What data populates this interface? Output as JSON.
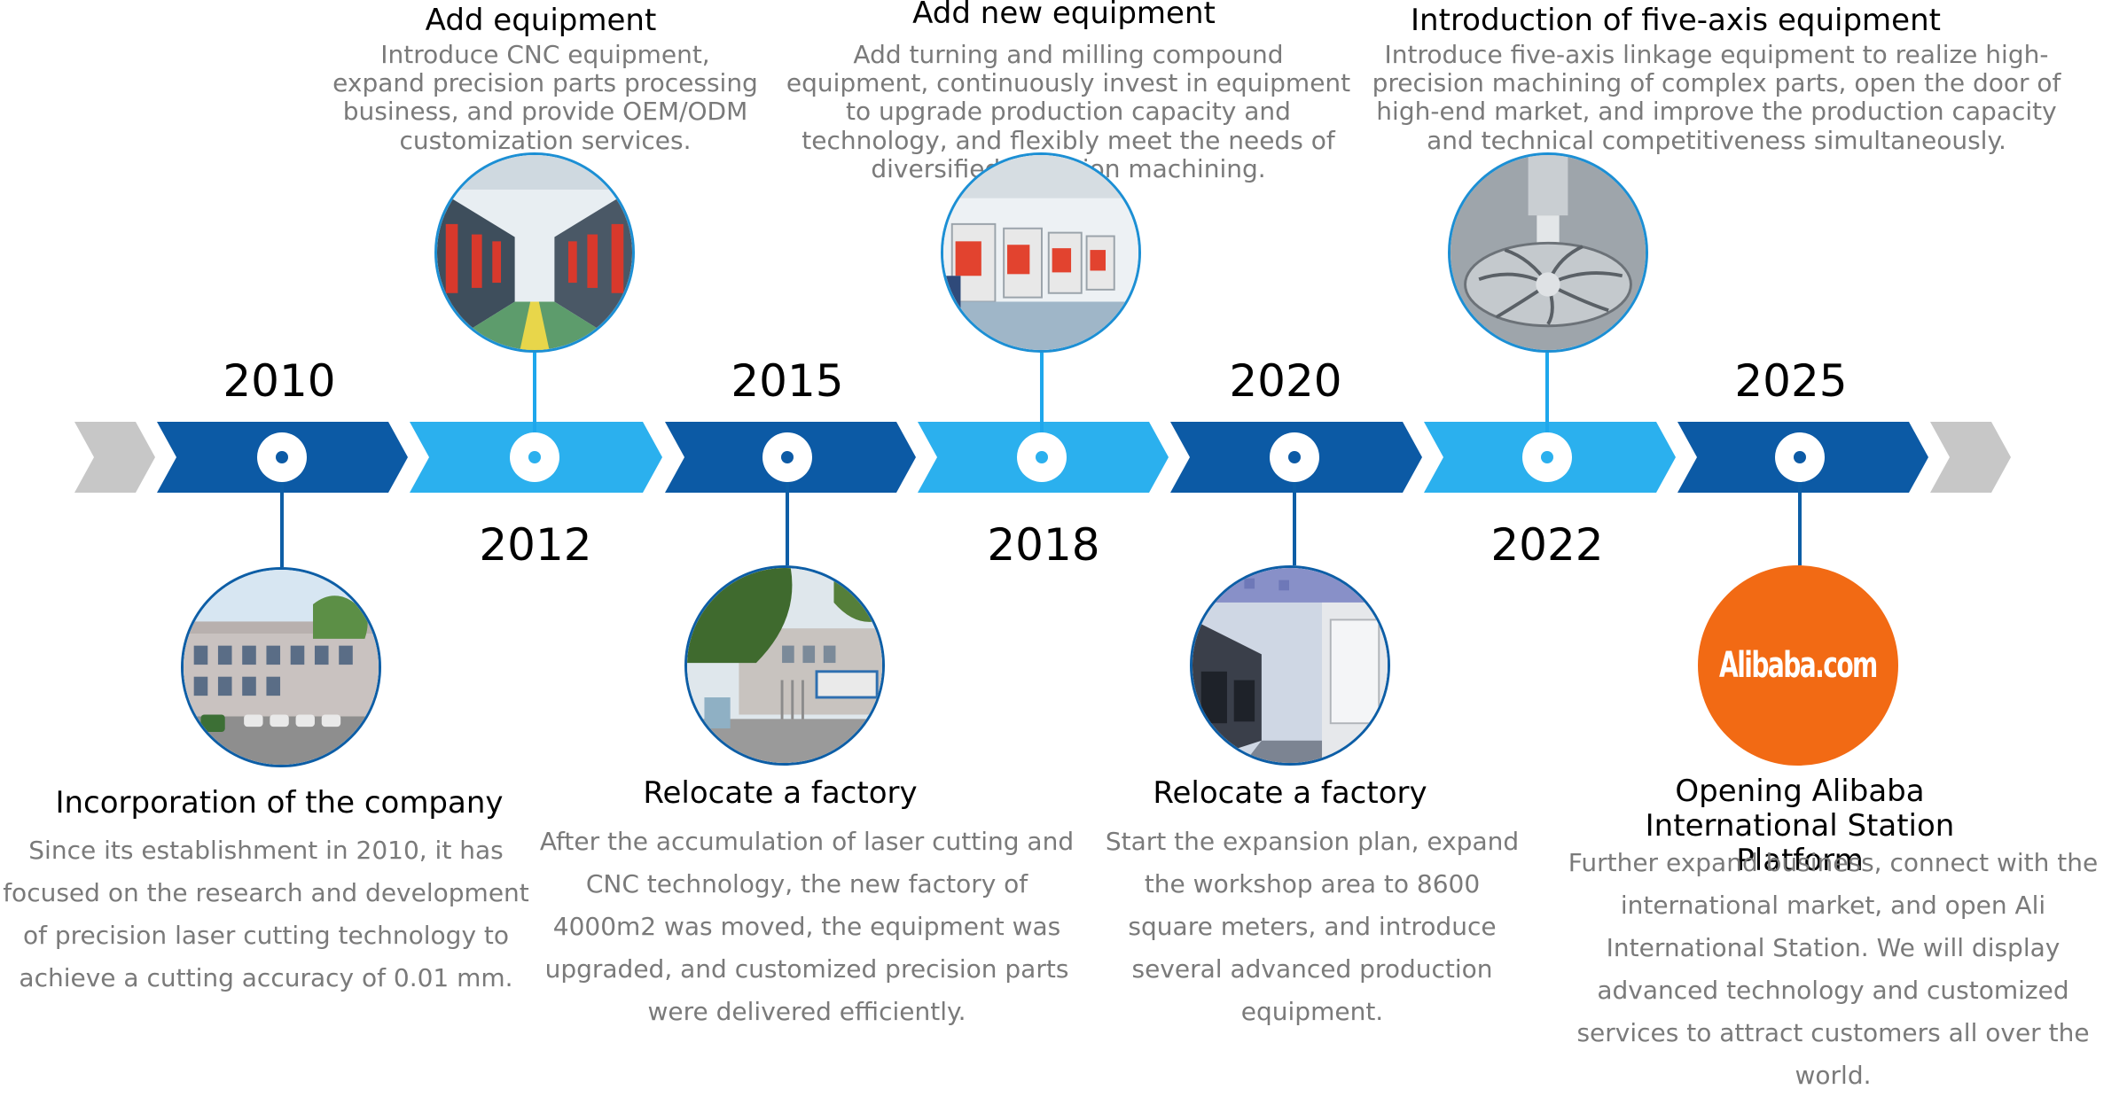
{
  "colors": {
    "dark_blue": "#0c5aa5",
    "light_blue": "#2bb0ee",
    "gray_arrow": "#c7c7c7",
    "line_dark": "#0d5ea6",
    "line_light": "#1ea7ec",
    "desc_text": "#7a7a7a",
    "alibaba_orange": "#f26a14"
  },
  "milestones": [
    {
      "year": "2010",
      "title": "Incorporation of the company",
      "description": "Since its establishment in 2010, it has focused on the research and development of precision laser cutting technology to achieve a cutting accuracy of 0.01 mm.",
      "image": "factory-building-photo"
    },
    {
      "year": "2012",
      "title": "Add equipment",
      "description": "Introduce CNC equipment, expand precision parts processing business, and provide OEM/ODM customization services.",
      "image": "cnc-workshop-photo"
    },
    {
      "year": "2015",
      "title": "Relocate a factory",
      "description": "After the accumulation of laser cutting and CNC technology, the new factory of 4000m2 was moved, the equipment was upgraded, and customized precision parts were delivered efficiently.",
      "image": "factory-gate-photo"
    },
    {
      "year": "2018",
      "title": "Add new equipment",
      "description": "Add turning and milling compound equipment, continuously invest in equipment to upgrade production capacity and technology, and flexibly meet the needs of diversified precision machining.",
      "image": "turning-milling-machines-photo"
    },
    {
      "year": "2020",
      "title": "Relocate a factory",
      "description": "Start the expansion plan, expand the workshop area to 8600 square meters, and introduce several advanced production equipment.",
      "image": "production-floor-photo"
    },
    {
      "year": "2022",
      "title": "Introduction of five-axis equipment",
      "description": "Introduce five-axis linkage equipment to realize high-precision machining of complex parts, open the door of high-end market, and improve the production capacity and technical competitiveness simultaneously.",
      "image": "five-axis-impeller-photo"
    },
    {
      "year": "2025",
      "title": "Opening Alibaba International Station Platform",
      "description": "Further expand business, connect with the international market, and open Ali International Station. We will display advanced technology and customized services to attract customers all over the world.",
      "image": "alibaba-logo",
      "logo_text": "Alibaba.com"
    }
  ]
}
